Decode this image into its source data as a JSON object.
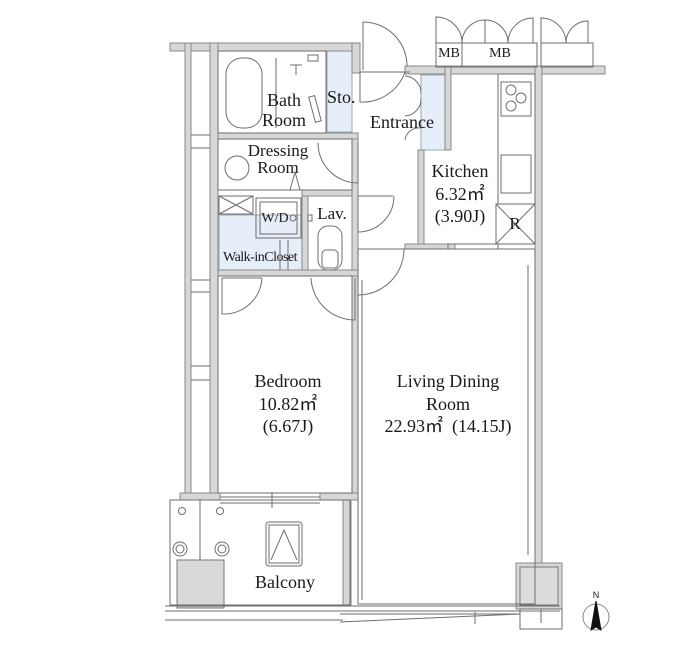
{
  "plan": {
    "colors": {
      "wall": "#d7d7d7",
      "wall_outline": "#8a8a8a",
      "storage_fill": "#e6eef9",
      "line": "#6e6e6e",
      "text": "#1a1a1a"
    },
    "rooms": {
      "bath": {
        "line1": "Bath",
        "line2": "Room"
      },
      "storage": {
        "label": "Sto."
      },
      "entrance": {
        "label": "Entrance"
      },
      "mb_left": {
        "label": "MB"
      },
      "mb_right": {
        "label": "MB"
      },
      "dressing": {
        "line1": "Dressing",
        "line2": "Room"
      },
      "washer_dryer": {
        "label": "W/D"
      },
      "lavatory": {
        "label": "Lav."
      },
      "walk_in_closet": {
        "label": "Walk-inCloset"
      },
      "kitchen": {
        "name": "Kitchen",
        "area": "6.32㎡",
        "jo": "(3.90J)"
      },
      "refrigerator": {
        "label": "R"
      },
      "bedroom": {
        "name": "Bedroom",
        "area": "10.82㎡",
        "jo": "(6.67J)"
      },
      "living_dining": {
        "line1": "Living Dining",
        "line2": "Room",
        "area": "22.93㎡  (14.15J)"
      },
      "balcony": {
        "label": "Balcony"
      }
    },
    "compass": {
      "label": "N"
    }
  }
}
